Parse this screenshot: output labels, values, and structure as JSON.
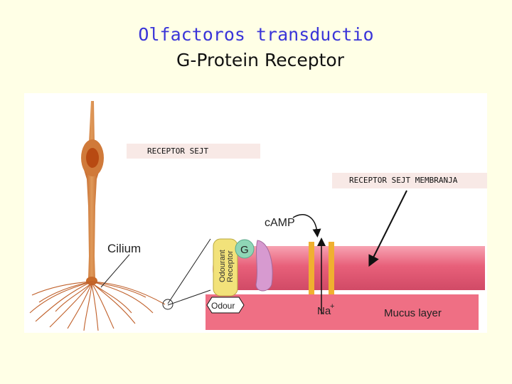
{
  "title_line1": "Olfactoros transductio",
  "title_line2": "G-Protein Receptor",
  "labels": {
    "receptor_cell": "RECEPTOR SEJT",
    "receptor_membrane": "RECEPTOR SEJT MEMBRANJA"
  },
  "diagram": {
    "cilium": "Cilium",
    "camp": "cAMP",
    "g_protein": "G",
    "odourant_receptor_line1": "Odourant",
    "odourant_receptor_line2": "Receptor",
    "odour": "Odour",
    "sodium": "Na",
    "sodium_charge": "+",
    "mucus_layer": "Mucus layer"
  },
  "colors": {
    "title_blue": "#3a35d8",
    "background": "#ffffe6",
    "neuron": "#c86a2a",
    "membrane": "#e8607a",
    "mucus": "#ef6f84",
    "receptor": "#f2e27a",
    "g_protein": "#8fd6b6",
    "effector": "#d79ad0",
    "channel": "#f0b030"
  }
}
